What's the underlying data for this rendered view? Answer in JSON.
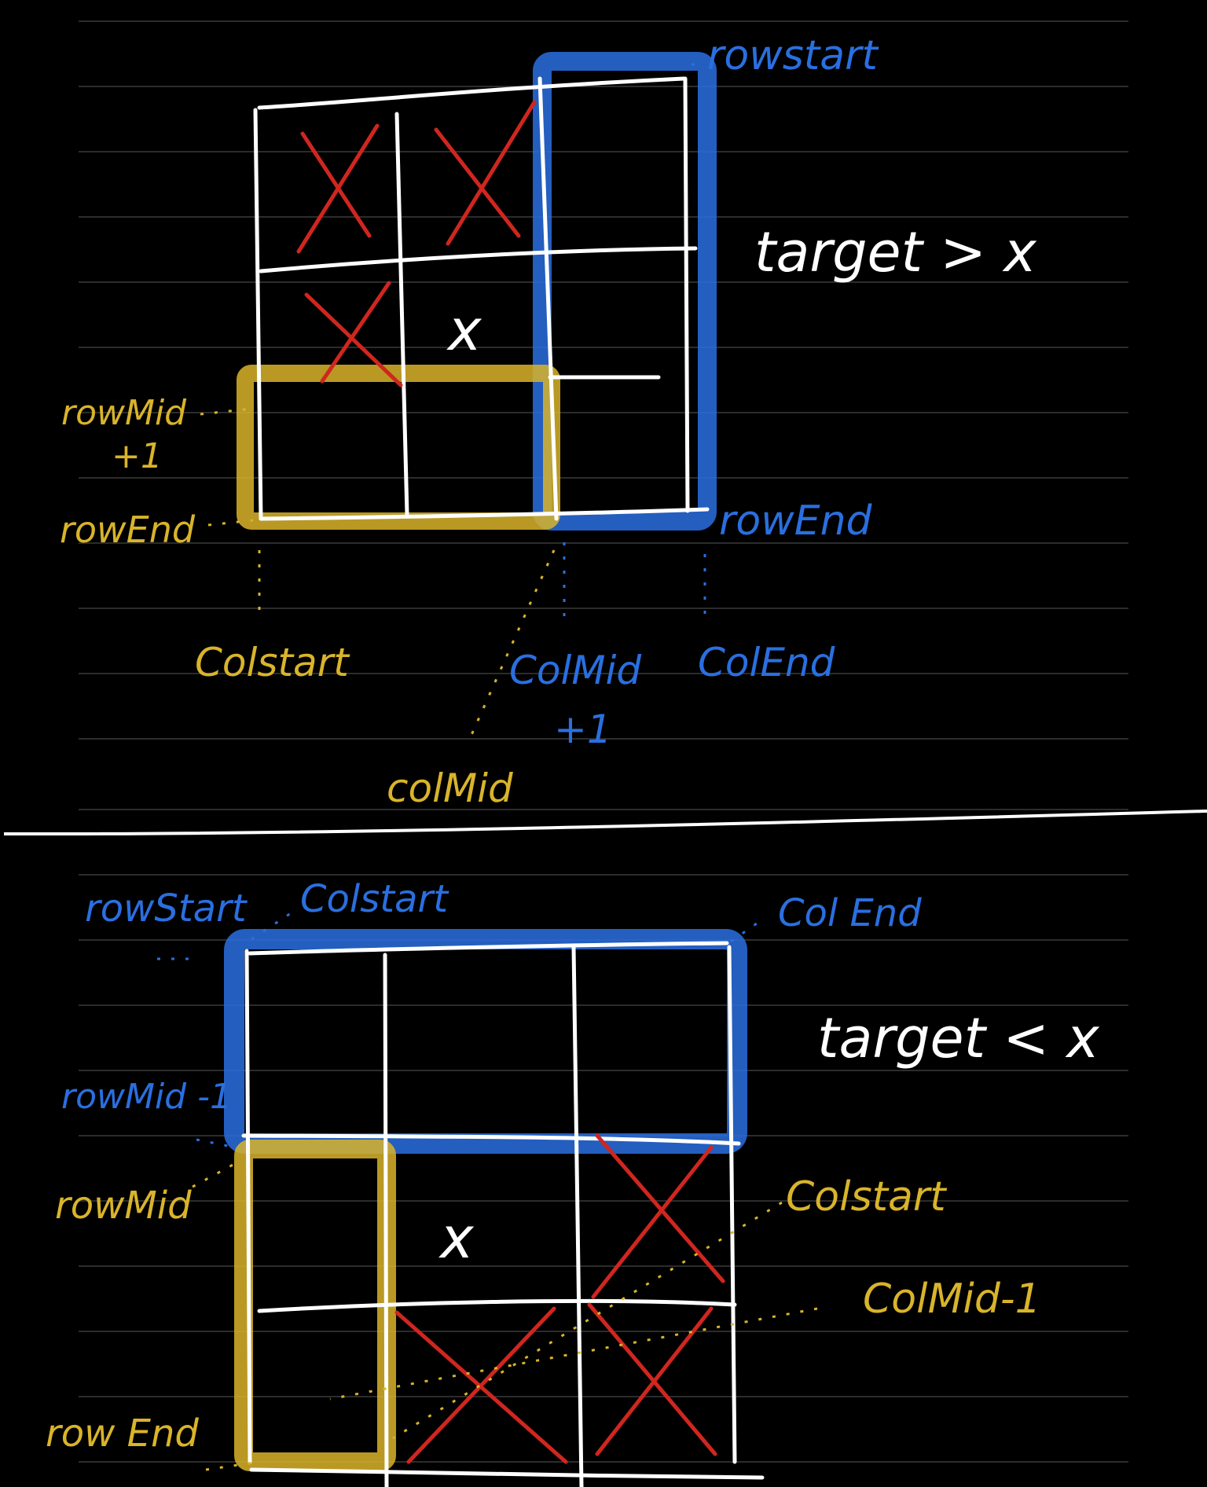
{
  "colors": {
    "background": "#000000",
    "ruled_line": "#3a3a3a",
    "grid": "#ffffff",
    "blue": "#2a6fe0",
    "yellow": "#d9b42a",
    "red": "#d0261f",
    "white_text": "#ffffff"
  },
  "top": {
    "condition": "target > x",
    "marker": "x",
    "blue_labels": {
      "row_start": "rowstart",
      "row_end": "rowEnd",
      "col_mid_plus_1": "ColMid",
      "plus_one": "+1",
      "col_end": "ColEnd"
    },
    "yellow_labels": {
      "row_mid": "rowMid",
      "plus_one": "+1",
      "row_end": "rowEnd",
      "col_start": "Colstart",
      "col_mid": "colMid"
    }
  },
  "bottom": {
    "condition": "target < x",
    "marker": "x",
    "blue_labels": {
      "row_start": "rowStart",
      "col_start": "Colstart",
      "col_end": "Col End",
      "row_mid_minus_1": "rowMid -1"
    },
    "yellow_labels": {
      "row_mid": "rowMid",
      "row_end": "row End",
      "col_start": "Colstart",
      "col_mid_minus_1": "ColMid-1"
    }
  }
}
